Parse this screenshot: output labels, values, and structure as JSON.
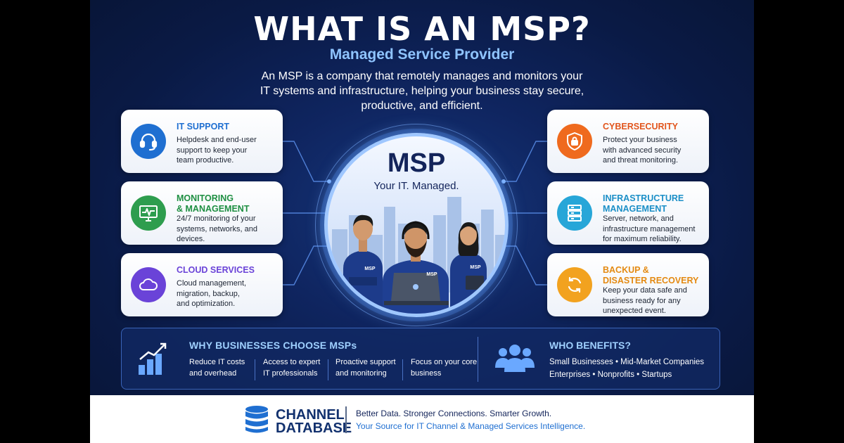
{
  "header": {
    "title": "WHAT IS AN MSP?",
    "subtitle": "Managed Service Provider",
    "intro_lines": [
      "An MSP is a company that remotely manages and monitors your",
      "IT systems and infrastructure, helping your business stay secure,",
      "productive, and efficient."
    ]
  },
  "hero": {
    "title": "MSP",
    "tagline": "Your IT. Managed.",
    "shirt_label": "MSP"
  },
  "services_left": [
    {
      "title_lines": [
        "IT SUPPORT"
      ],
      "desc_lines": [
        "Helpdesk and end-user",
        "support to keep your",
        "team productive."
      ],
      "color": "#1f6fd1",
      "icon": "headset-icon"
    },
    {
      "title_lines": [
        "MONITORING",
        "& MANAGEMENT"
      ],
      "desc_lines": [
        "24/7 monitoring of your",
        "systems, networks, and",
        "devices."
      ],
      "color": "#2e9d4e",
      "icon": "monitor-icon"
    },
    {
      "title_lines": [
        "CLOUD SERVICES"
      ],
      "desc_lines": [
        "Cloud management,",
        "migration, backup,",
        "and optimization."
      ],
      "color": "#6a43d8",
      "icon": "cloud-icon"
    }
  ],
  "services_right": [
    {
      "title_lines": [
        "CYBERSECURITY"
      ],
      "desc_lines": [
        "Protect your business",
        "with advanced security",
        "and threat monitoring."
      ],
      "color": "#ef6a1e",
      "icon": "shield-lock-icon"
    },
    {
      "title_lines": [
        "INFRASTRUCTURE",
        "MANAGEMENT"
      ],
      "desc_lines": [
        "Server, network, and",
        "infrastructure management",
        "for maximum reliability."
      ],
      "color": "#27a6d8",
      "icon": "server-icon"
    },
    {
      "title_lines": [
        "BACKUP &",
        "DISASTER RECOVERY"
      ],
      "desc_lines": [
        "Keep your data safe and",
        "business ready for any",
        "unexpected event."
      ],
      "color": "#f2a21f",
      "icon": "sync-icon"
    }
  ],
  "why": {
    "title": "WHY BUSINESSES CHOOSE MSPs",
    "icon": "growth-chart-icon",
    "benefits": [
      [
        "Reduce IT costs",
        "and overhead"
      ],
      [
        "Access to expert",
        "IT professionals"
      ],
      [
        "Proactive support",
        "and monitoring"
      ],
      [
        "Focus on your core",
        "business"
      ]
    ]
  },
  "who": {
    "title": "WHO BENEFITS?",
    "icon": "people-icon",
    "line1": "Small Businesses  •  Mid-Market Companies",
    "line2": "Enterprises  •  Nonprofits  •  Startups"
  },
  "footer": {
    "logo_icon": "database-icon",
    "brand_line1": "CHANNEL",
    "brand_line2": "DATABASE",
    "tagline1": "Better Data. Stronger Connections. Smarter Growth.",
    "tagline2": "Your Source for IT Channel & Managed Services Intelligence."
  }
}
